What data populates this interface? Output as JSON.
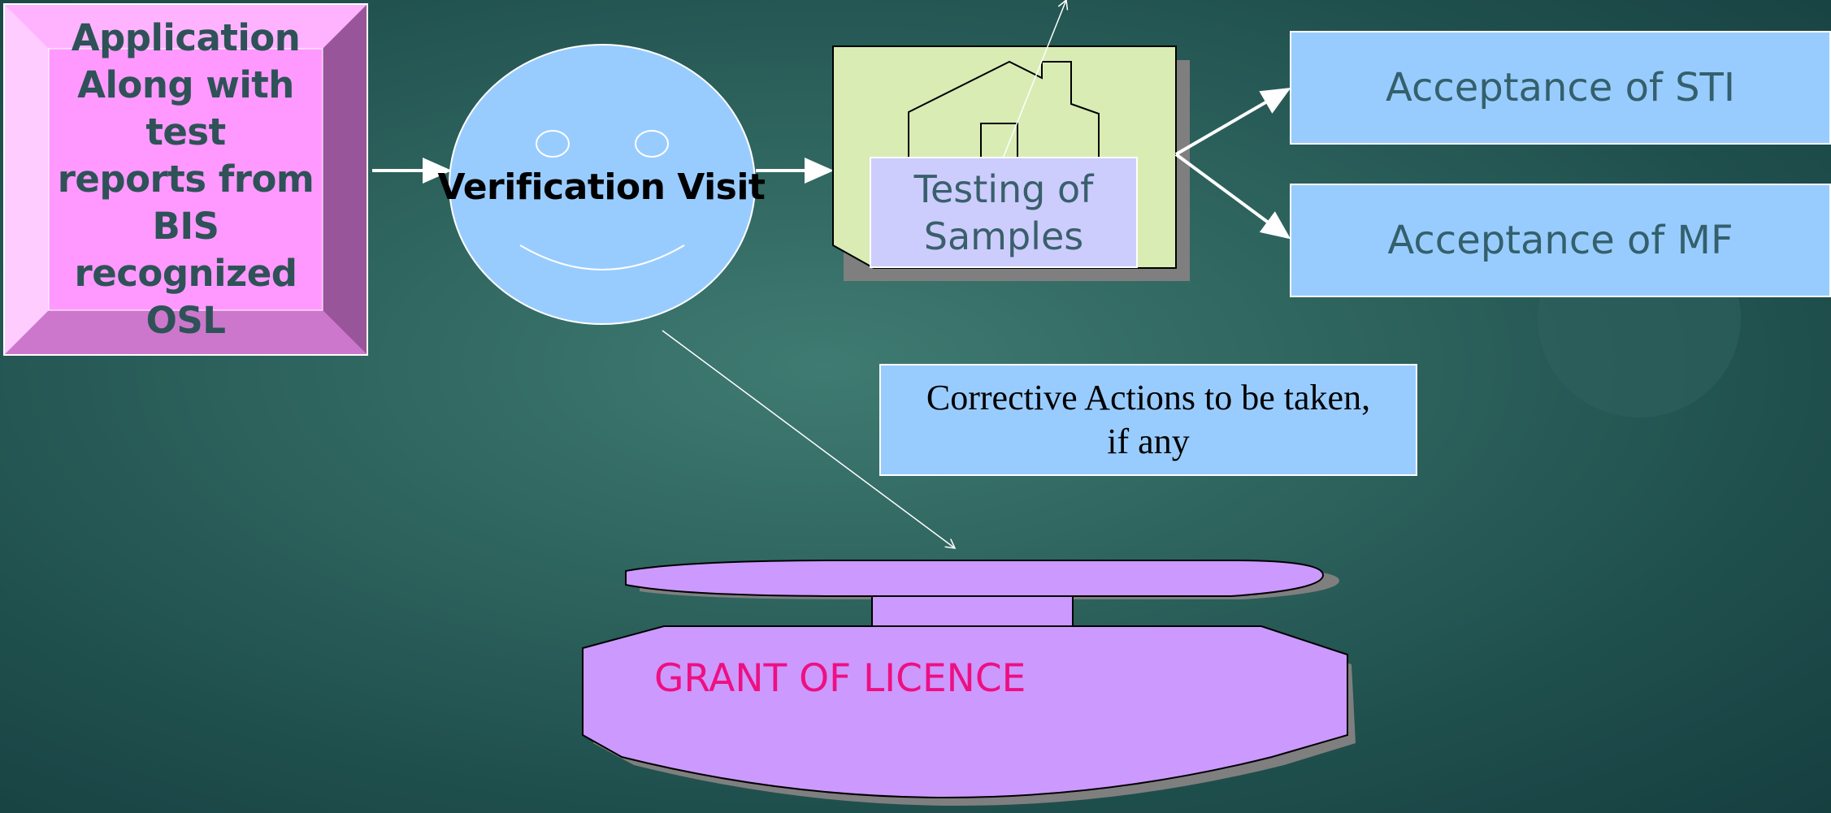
{
  "application": {
    "text": "Application\nAlong with test\nreports from\nBIS recognized\nOSL"
  },
  "verification": {
    "text": "Verification Visit"
  },
  "testing": {
    "text": "Testing of\nSamples"
  },
  "acceptance": {
    "sti": "Acceptance of STI",
    "mf": "Acceptance of MF"
  },
  "corrective": {
    "text": "Corrective Actions to be taken,\nif any"
  },
  "grant": {
    "text": "GRANT OF LICENCE"
  },
  "colors": {
    "background": "#2f655f",
    "application_fill": "#ff99ff",
    "smiley_fill": "#99ccfe",
    "house_card_fill": "#d9ecb4",
    "testing_fill": "#cccdfc",
    "acceptance_fill": "#99ccfe",
    "grant_fill": "#cc99ff",
    "grant_text": "#ee0f82"
  }
}
